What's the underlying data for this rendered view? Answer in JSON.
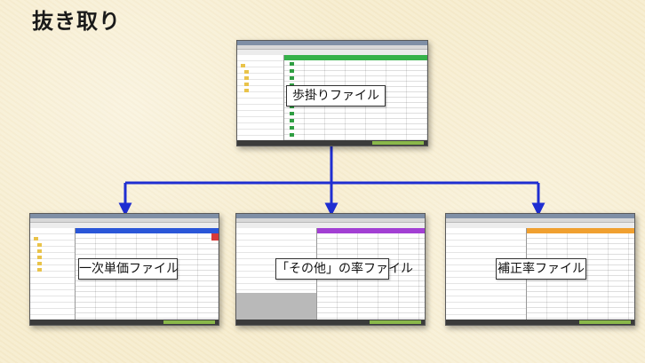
{
  "slide": {
    "title": "抜き取り",
    "colors": {
      "connector": "#1f2ed1",
      "accent_green": "#36b24a",
      "accent_blue": "#2a56d8",
      "accent_purple": "#a23fd3",
      "accent_orange": "#f0a030"
    }
  },
  "top_window": {
    "label": "歩掛りファイル"
  },
  "bottom_windows": [
    {
      "label": "一次単価ファイル"
    },
    {
      "label": "「その他」の率ファイル"
    },
    {
      "label": "補正率ファイル"
    }
  ]
}
